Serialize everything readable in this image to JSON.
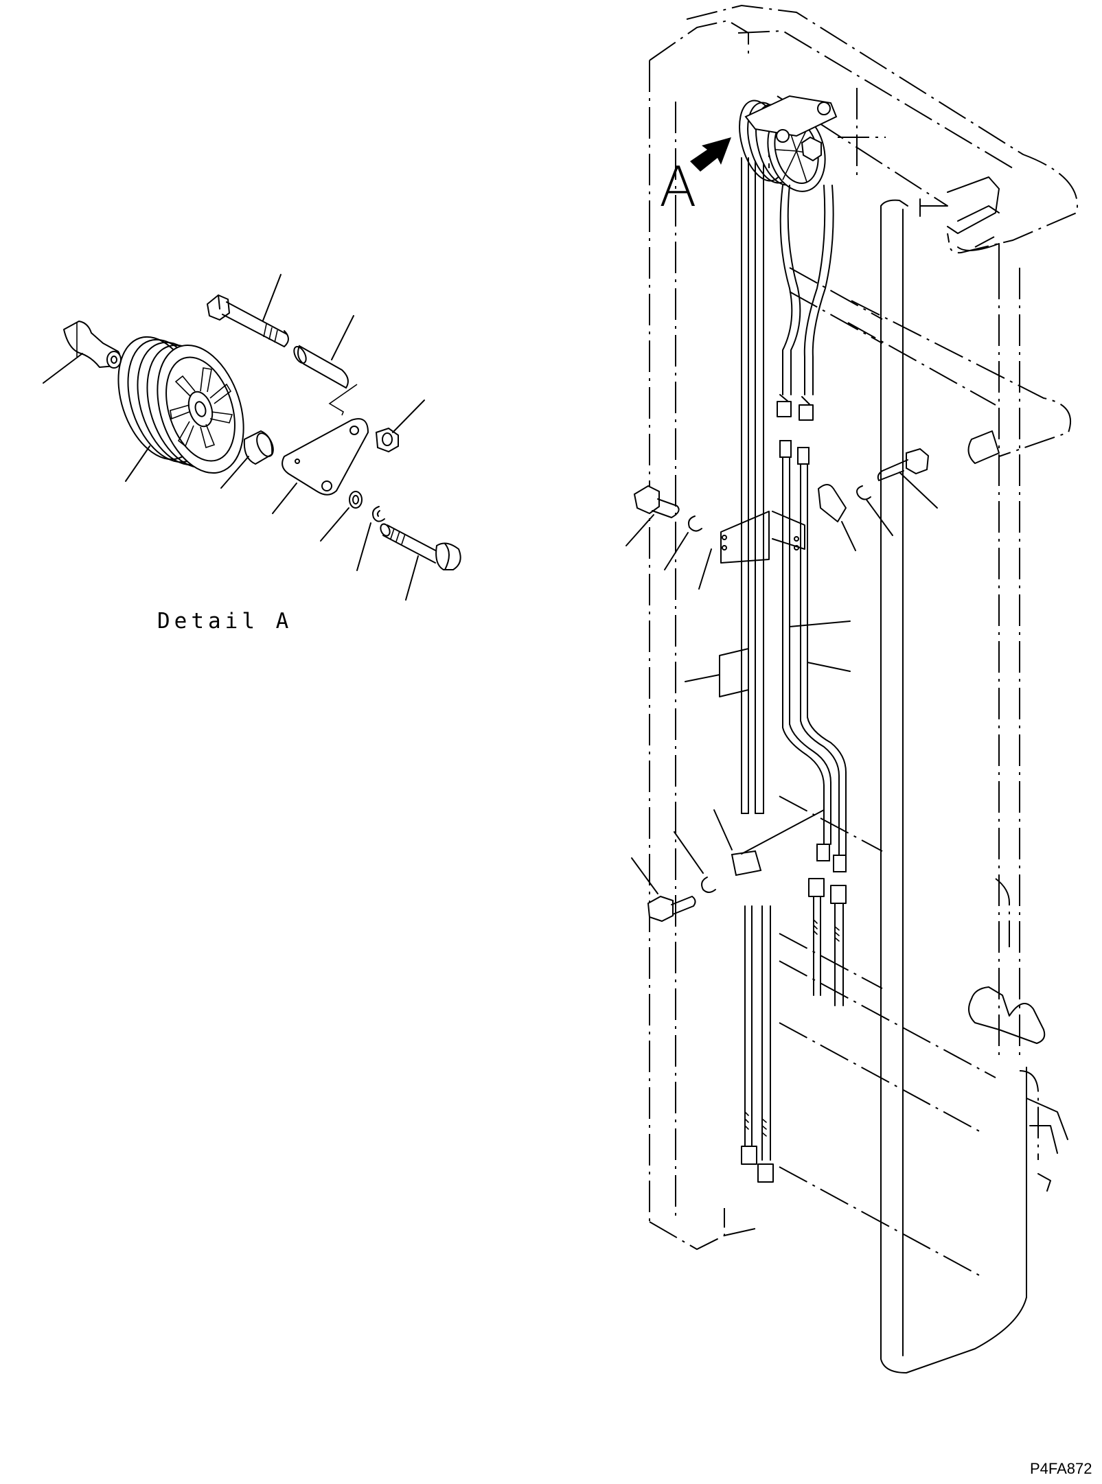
{
  "diagram": {
    "detail_label": "Detail A",
    "view_marker": "A",
    "drawing_code": "P4FA872"
  }
}
